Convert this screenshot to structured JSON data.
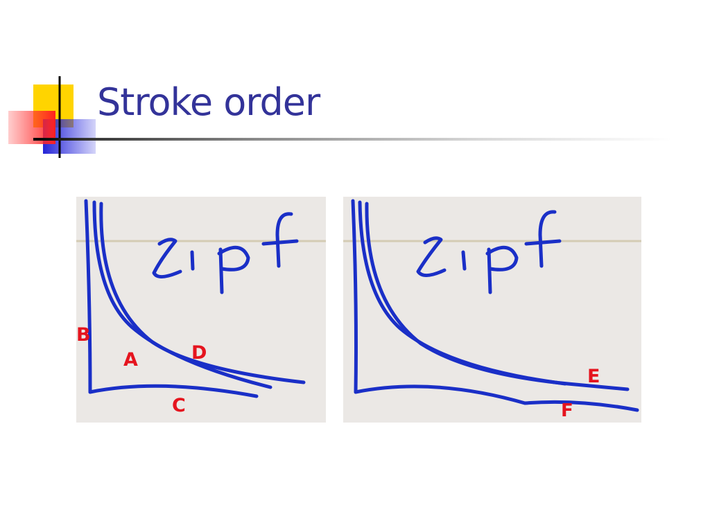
{
  "slide": {
    "title": "Stroke order"
  },
  "left_panel": {
    "labels": {
      "a": "A",
      "b": "B",
      "c": "C",
      "d": "D"
    }
  },
  "right_panel": {
    "labels": {
      "e": "E",
      "f": "F"
    }
  },
  "colors": {
    "title": "#333399",
    "ink": "#1a2fc7",
    "label": "#e5141e",
    "panel_background": "#ebe8e5"
  }
}
